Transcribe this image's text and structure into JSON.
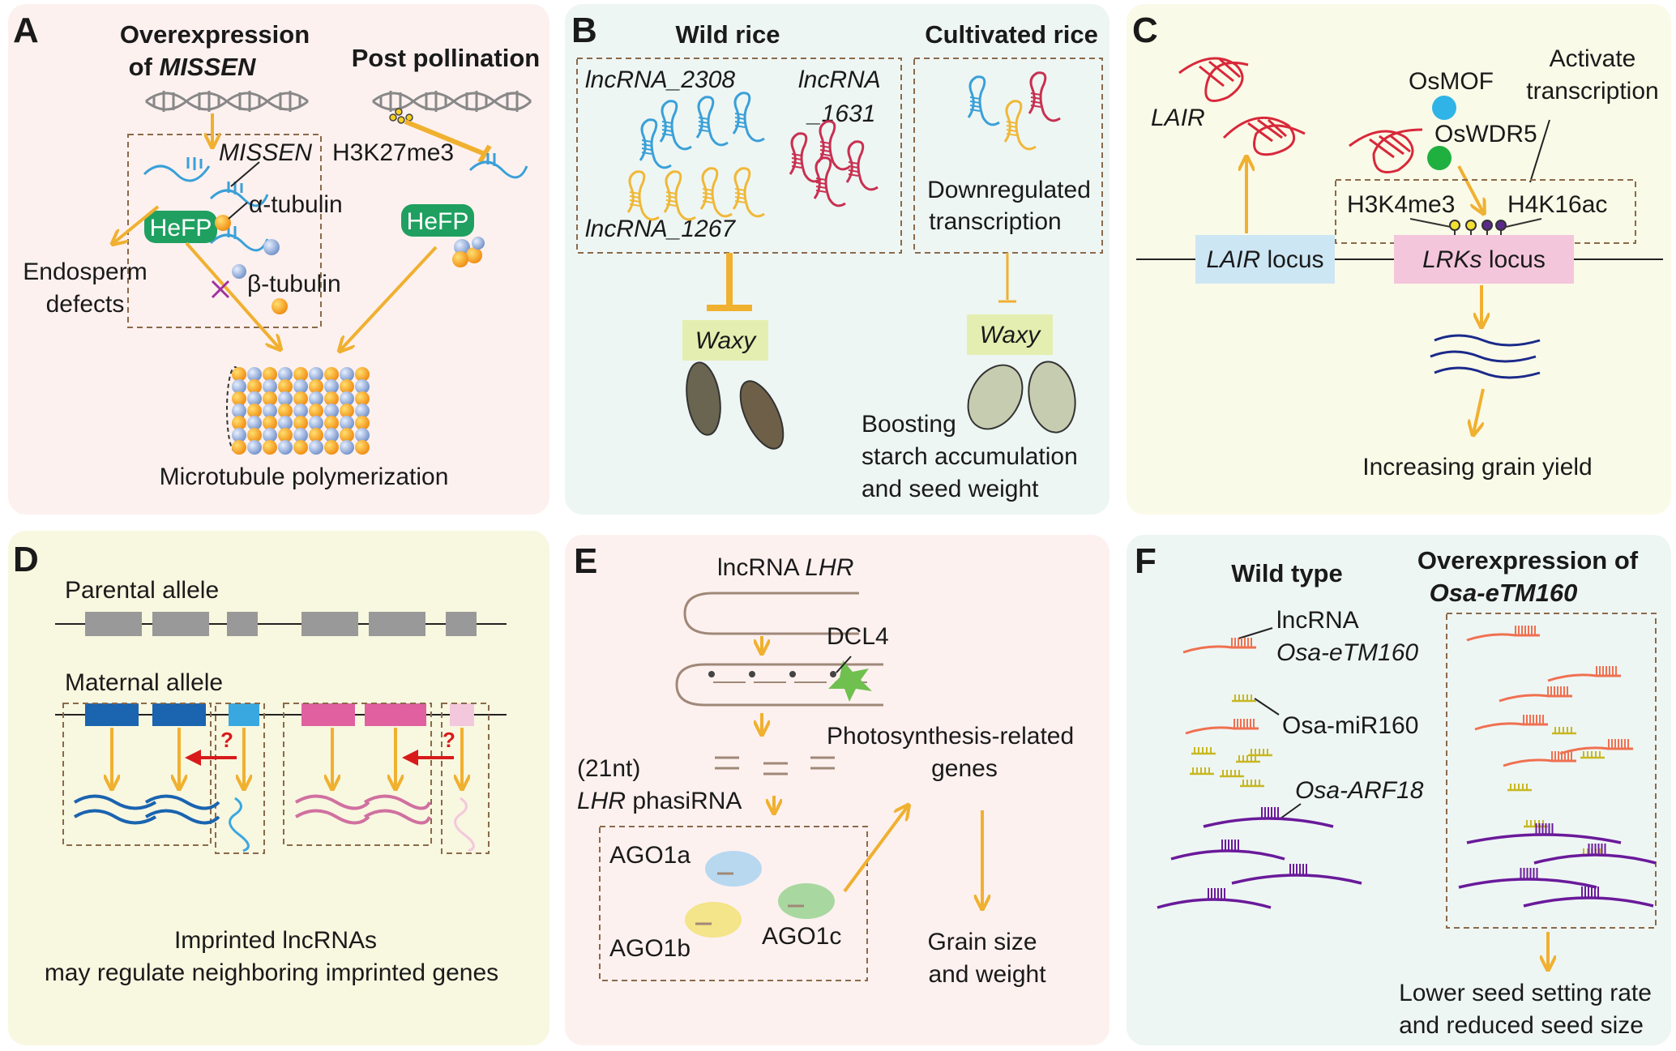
{
  "panels": {
    "A": {
      "letter": "A",
      "bg": "#fdf1ef",
      "title_line1": "Overexpression",
      "title_line2_prefix": "of ",
      "title_line2_gene": "MISSEN",
      "title_right": "Post pollination",
      "missen": "MISSEN",
      "h3k27": "H3K27me3",
      "alpha": "α-tubulin",
      "beta": "β-tubulin",
      "hefp": "HeFP",
      "endo1": "Endosperm",
      "endo2": "defects",
      "micro": "Microtubule polymerization"
    },
    "B": {
      "letter": "B",
      "bg": "#eef6f4",
      "wild": "Wild rice",
      "cult": "Cultivated rice",
      "l2308": "lncRNA_2308",
      "l1631a": "lncRNA",
      "l1631b": "_1631",
      "l1267": "lncRNA_1267",
      "down1": "Downregulated",
      "down2": "transcription",
      "waxy": "Waxy",
      "boost1": "Boosting",
      "boost2": "starch accumulation",
      "boost3": "and seed weight"
    },
    "C": {
      "letter": "C",
      "bg": "#fafae8",
      "lair": "LAIR",
      "osmof": "OsMOF",
      "oswdr5": "OsWDR5",
      "act1": "Activate",
      "act2": "transcription",
      "h3k4": "H3K4me3",
      "h4k16": "H4K16ac",
      "lairlocus_gene": "LAIR",
      "lairlocus_word": " locus",
      "lrks_gene": "LRKs",
      "lrks_word": " locus",
      "yield": "Increasing grain yield"
    },
    "D": {
      "letter": "D",
      "bg": "#f8f7e0",
      "parental": "Parental allele",
      "maternal": "Maternal allele",
      "q": "?",
      "imp1": "Imprinted lncRNAs",
      "imp2": "may regulate neighboring imprinted genes"
    },
    "E": {
      "letter": "E",
      "bg": "#fdf1ef",
      "lhr_prefix": "lncRNA ",
      "lhr_gene": "LHR",
      "dcl4": "DCL4",
      "photo1": "Photosynthesis-related",
      "photo2": "genes",
      "nt": "(21nt)",
      "phasi_gene": "LHR",
      "phasi_word": " phasiRNA",
      "ago1a": "AGO1a",
      "ago1b": "AGO1b",
      "ago1c": "AGO1c",
      "grain1": "Grain size",
      "grain2": "and weight"
    },
    "F": {
      "letter": "F",
      "bg": "#eef6f4",
      "wt": "Wild type",
      "oe1": "Overexpression of",
      "oe2": "Osa-eTM160",
      "lnc1": "lncRNA",
      "lnc2": "Osa-eTM160",
      "mir": "Osa-miR160",
      "arf": "Osa-ARF18",
      "lower1": "Lower seed setting rate",
      "lower2": "and reduced seed size"
    }
  },
  "colors": {
    "arrow": "#f0b030",
    "hefp": "#1fa060",
    "lair_red": "#d8283a",
    "lrks_pink": "#f4c6dc",
    "lair_blue": "#cde6f4",
    "waxy_bg": "#e4eeb0",
    "rna_blue": "#3aa0d8",
    "rna_yellow": "#f0b838",
    "rna_red": "#c83050",
    "purple": "#6a1a9a",
    "salmon": "#f07050"
  }
}
